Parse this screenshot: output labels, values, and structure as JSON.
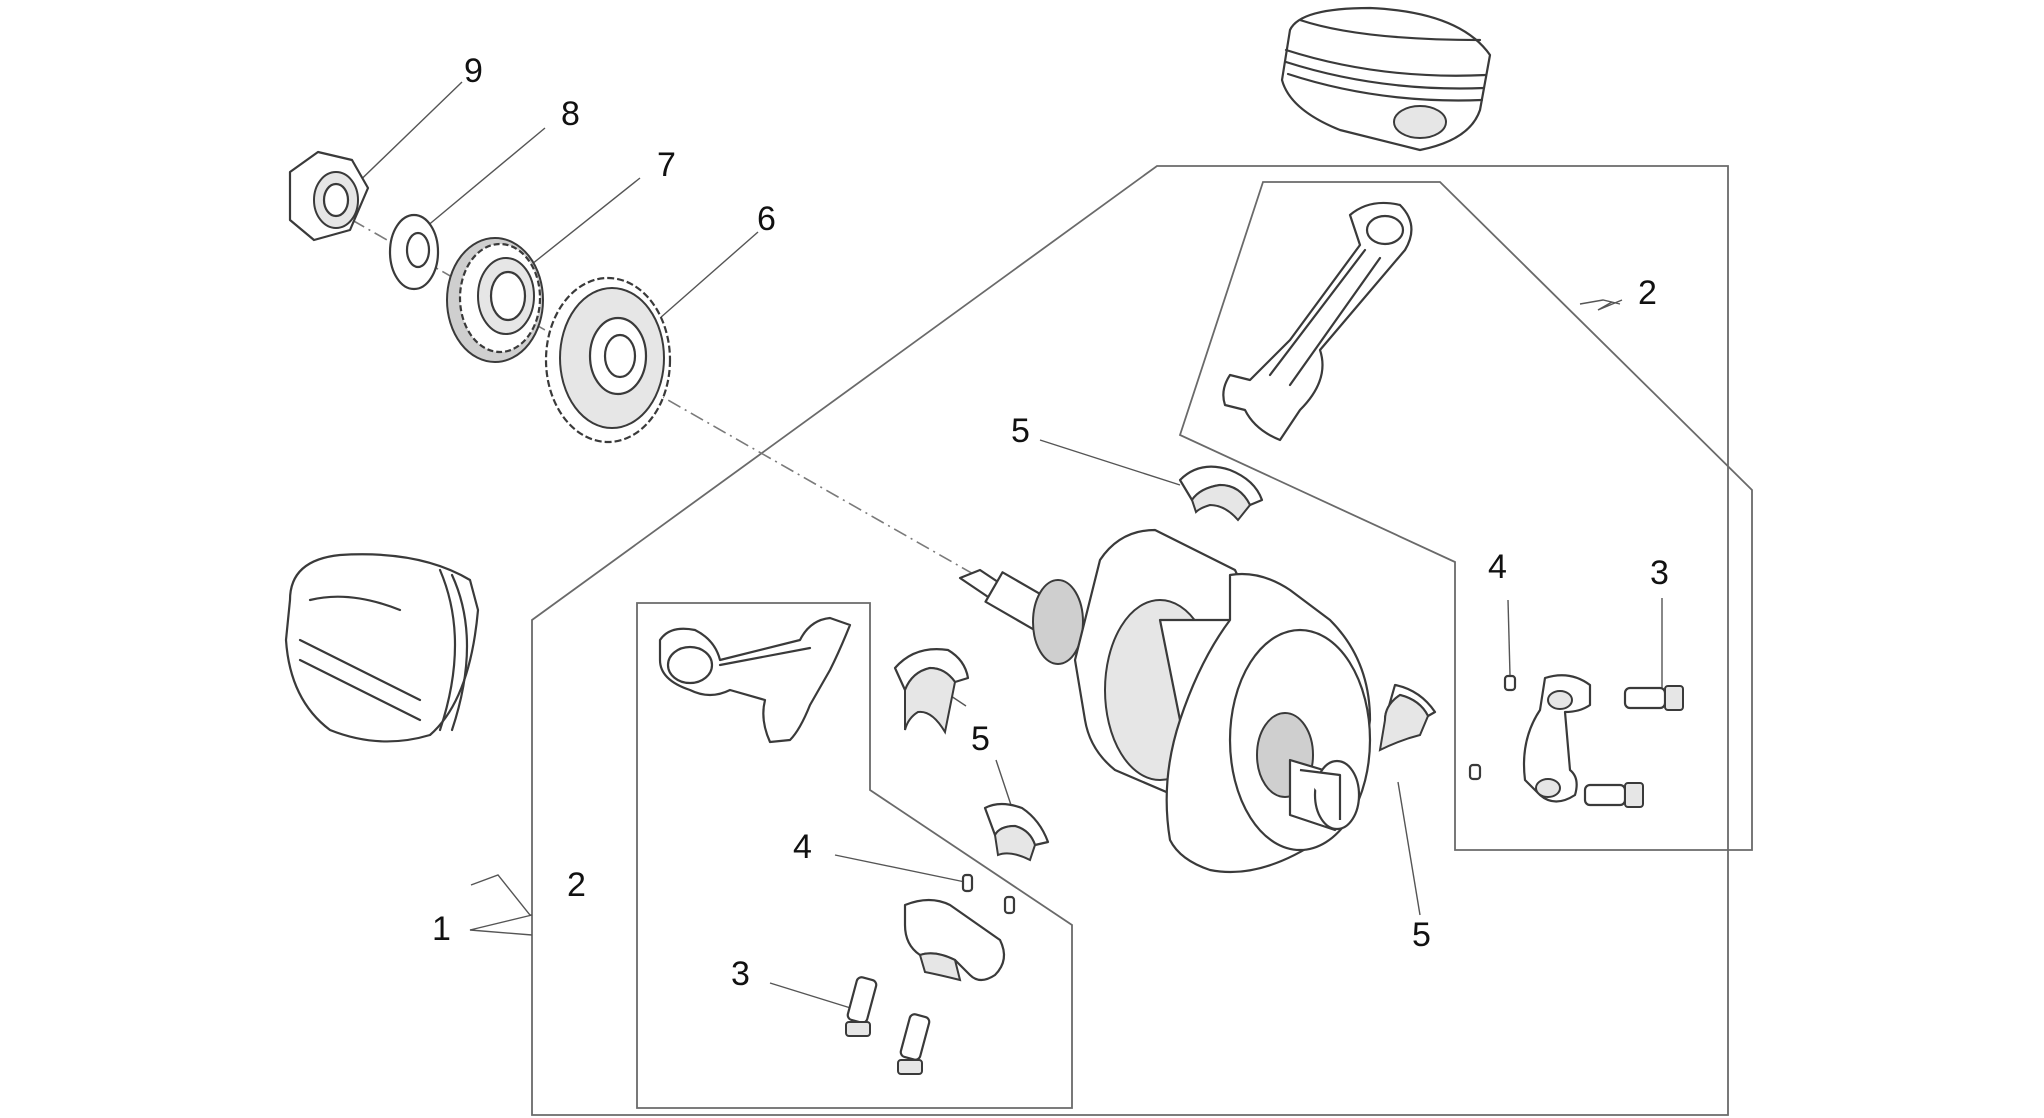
{
  "callouts": {
    "c1": "1",
    "c2_lower": "2",
    "c2_upper": "2",
    "c3_lower": "3",
    "c3_upper": "3",
    "c4_lower": "4",
    "c4_upper": "4",
    "c5_top": "5",
    "c5_mid": "5",
    "c5_bottom": "5",
    "c6": "6",
    "c7": "7",
    "c8": "8",
    "c9": "9"
  }
}
